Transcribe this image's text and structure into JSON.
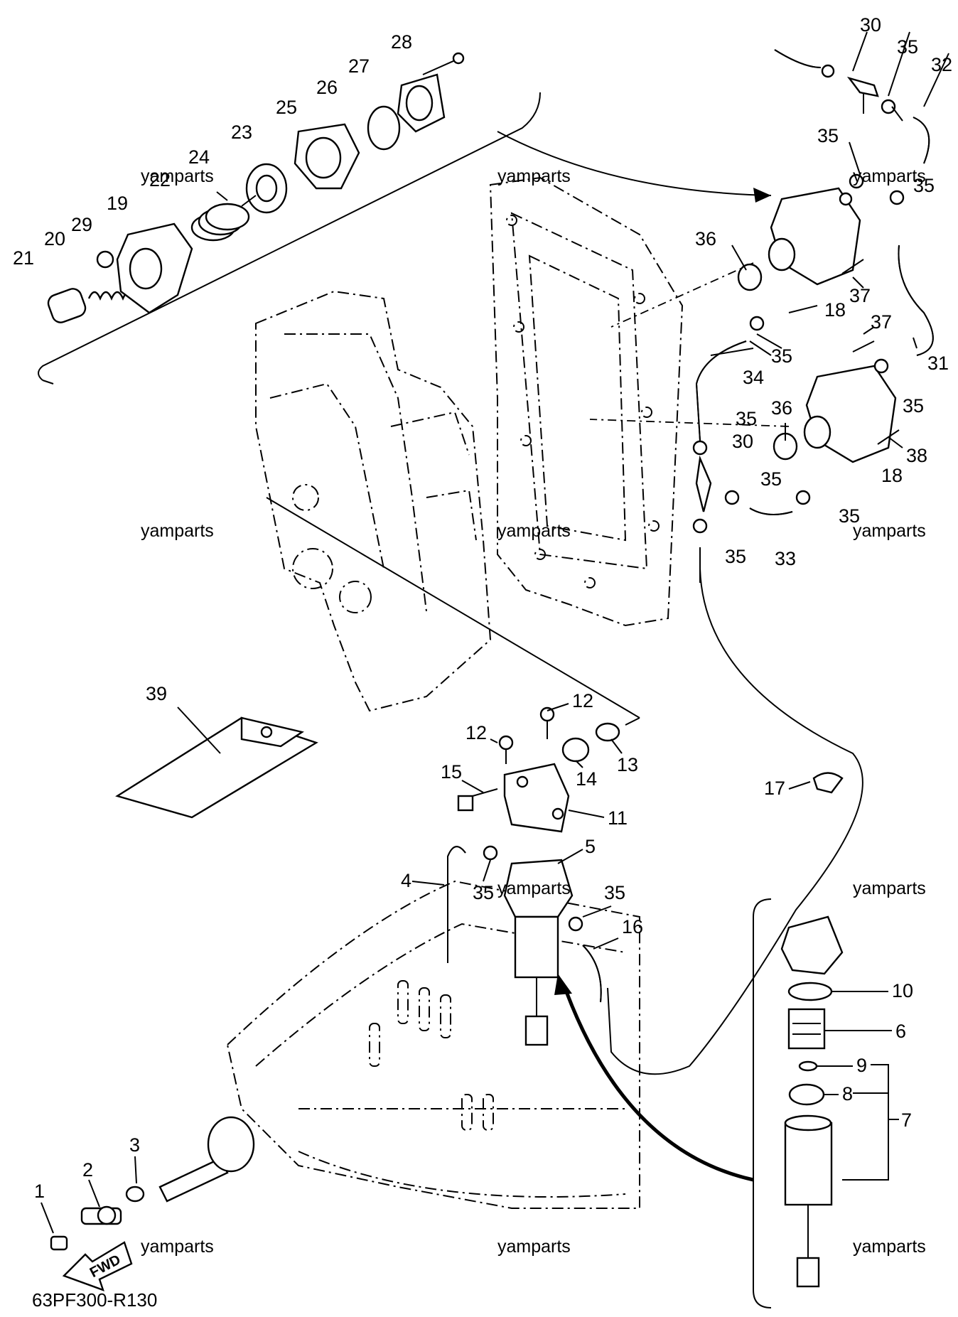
{
  "diagram": {
    "code": "63PF300-R130",
    "watermark": "yamparts",
    "direction_label": "FWD",
    "callouts": {
      "c1": "1",
      "c2": "2",
      "c3": "3",
      "c4": "4",
      "c5": "5",
      "c6": "6",
      "c7": "7",
      "c8": "8",
      "c9": "9",
      "c10": "10",
      "c11": "11",
      "c12a": "12",
      "c12b": "12",
      "c13": "13",
      "c14": "14",
      "c15": "15",
      "c16": "16",
      "c17": "17",
      "c18a": "18",
      "c18b": "18",
      "c19": "19",
      "c20": "20",
      "c21": "21",
      "c22": "22",
      "c23": "23",
      "c24": "24",
      "c25": "25",
      "c26": "26",
      "c27": "27",
      "c28": "28",
      "c29": "29",
      "c30a": "30",
      "c30b": "30",
      "c31": "31",
      "c32": "32",
      "c33": "33",
      "c34": "34",
      "c35a": "35",
      "c35b": "35",
      "c35c": "35",
      "c35d": "35",
      "c35e": "35",
      "c35f": "35",
      "c35g": "35",
      "c35h": "35",
      "c35i": "35",
      "c35j": "35",
      "c35k": "35",
      "c36a": "36",
      "c36b": "36",
      "c37a": "37",
      "c37b": "37",
      "c38": "38",
      "c39": "39"
    }
  }
}
